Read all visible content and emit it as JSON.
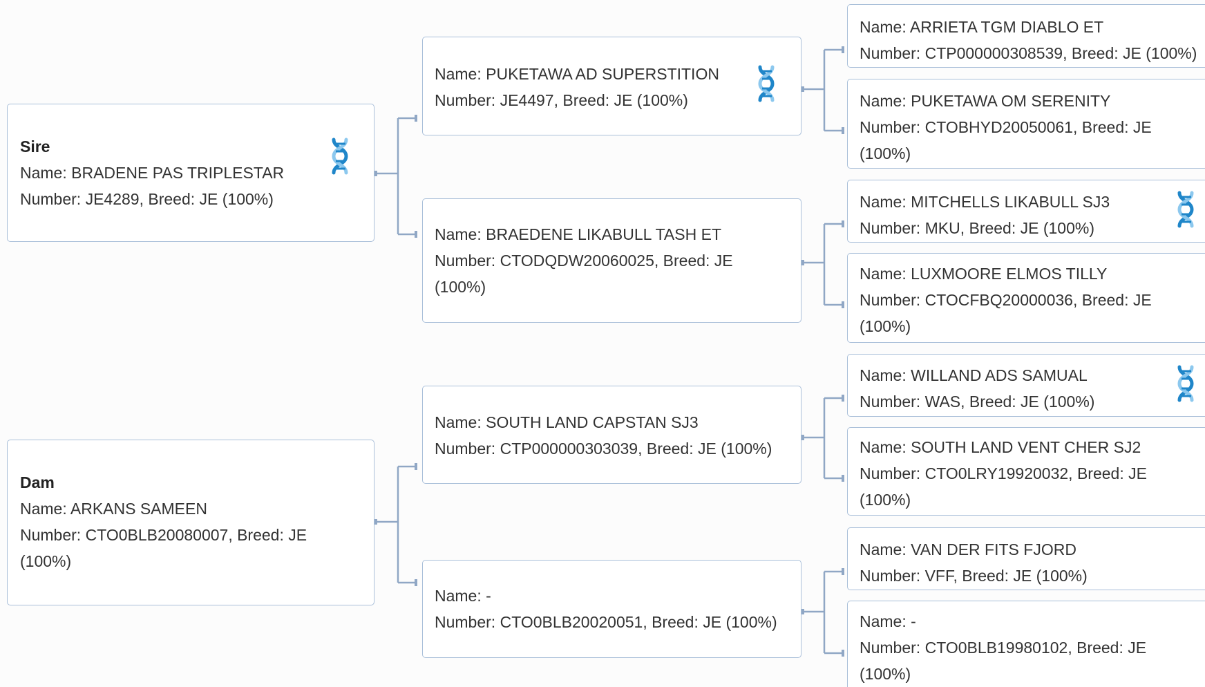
{
  "colors": {
    "card_border": "#a9bfd9",
    "connector": "#90a7c5",
    "dna_icon_primary": "#1f86c9",
    "dna_icon_secondary": "#8cc8ee",
    "text": "#333333"
  },
  "icons": {
    "genotyped": "dna-helix-icon"
  },
  "pedigree": {
    "sire": {
      "label": "Sire",
      "name": "Name: BRADENE PAS TRIPLESTAR",
      "number": "Number: JE4289, Breed: JE (100%)",
      "genotyped": true
    },
    "sire_sire": {
      "name": "Name: PUKETAWA AD SUPERSTITION",
      "number": "Number: JE4497, Breed: JE (100%)",
      "genotyped": true
    },
    "sire_dam": {
      "name": "Name: BRAEDENE LIKABULL TASH ET",
      "number": "Number: CTODQDW20060025, Breed: JE",
      "number_cont": "(100%)",
      "genotyped": false
    },
    "sire_sire_sire": {
      "name": "Name: ARRIETA TGM DIABLO ET",
      "number": "Number: CTP000000308539, Breed: JE (100%)",
      "genotyped": false
    },
    "sire_sire_dam": {
      "name": "Name: PUKETAWA OM SERENITY",
      "number": "Number: CTOBHYD20050061, Breed: JE",
      "number_cont": "(100%)",
      "genotyped": false
    },
    "sire_dam_sire": {
      "name": "Name: MITCHELLS LIKABULL SJ3",
      "number": "Number: MKU, Breed: JE (100%)",
      "genotyped": true
    },
    "sire_dam_dam": {
      "name": "Name: LUXMOORE ELMOS TILLY",
      "number": "Number: CTOCFBQ20000036, Breed: JE",
      "number_cont": "(100%)",
      "genotyped": false
    },
    "dam": {
      "label": "Dam",
      "name": "Name: ARKANS SAMEEN",
      "number": "Number: CTO0BLB20080007, Breed: JE",
      "number_cont": "(100%)",
      "genotyped": false
    },
    "dam_sire": {
      "name": "Name: SOUTH LAND CAPSTAN SJ3",
      "number": "Number: CTP000000303039, Breed: JE (100%)",
      "genotyped": false
    },
    "dam_dam": {
      "name": "Name: -",
      "number": "Number: CTO0BLB20020051, Breed: JE (100%)",
      "genotyped": false
    },
    "dam_sire_sire": {
      "name": "Name: WILLAND ADS SAMUAL",
      "number": "Number: WAS, Breed: JE (100%)",
      "genotyped": true
    },
    "dam_sire_dam": {
      "name": "Name: SOUTH LAND VENT CHER SJ2",
      "number": "Number: CTO0LRY19920032, Breed: JE",
      "number_cont": "(100%)",
      "genotyped": false
    },
    "dam_dam_sire": {
      "name": "Name: VAN DER FITS FJORD",
      "number": "Number: VFF, Breed: JE (100%)",
      "genotyped": false
    },
    "dam_dam_dam": {
      "name": "Name: -",
      "number": "Number: CTO0BLB19980102, Breed: JE",
      "number_cont": "(100%)",
      "genotyped": false
    }
  }
}
